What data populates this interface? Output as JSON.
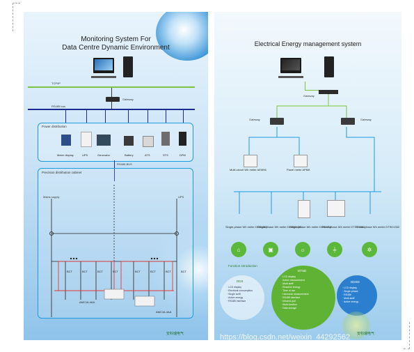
{
  "left_panel": {
    "title_line1": "Monitoring System For",
    "title_line2": "Data Centre Dynamic Environment",
    "network_label": "TCP/IP",
    "gateway_label": "Gateway",
    "bus_label": "RS485 bus",
    "power_group_label": "Power distribution",
    "power_devices": [
      "Meter display",
      "UPS",
      "Generator",
      "Battery",
      "ATS",
      "STS",
      "DPM"
    ],
    "bus2_label": "RS485-BUS",
    "section_label": "Precision distribution cabinet",
    "mains_label": "Mains supply",
    "ups_label": "UPS",
    "breaker_labels": [
      "BCT",
      "BCT",
      "BCT",
      "BCT",
      "BCT",
      "BCT",
      "BCT",
      "BCT"
    ],
    "meter_labels": [
      "AMC16-4AA",
      "AMC16-4AA"
    ],
    "watermark": "安科瑞电气"
  },
  "right_panel": {
    "title": "Electrical Energy management system",
    "gateway_label": "Gateway",
    "gateway_left": "Gateway",
    "gateway_right": "Gateway",
    "mid_devices": [
      "Multi-circuit Wh meter AEM96",
      "Panel meter APM8"
    ],
    "bottom_devices": [
      "Single-phase Wh meter DDS1352",
      "Single-phase Wh meter DDSD1352",
      "Single-phase Wh meter DDS1352",
      "Three-phase Wh meter DTSD1352",
      "Three-phase Wh meter DTSD1352"
    ],
    "function_intro": "Function introduction",
    "func_left_title": "DDS",
    "func_left_lines": [
      "· LCD display",
      "· Electrical consumption",
      "· Single tariff",
      "· Active energy",
      "· RS485 interface"
    ],
    "func_center_title": "DTSD",
    "func_center_lines": [
      "· LCD display",
      "· Active measurement",
      "· Multi-tariff",
      "· Reactive energy",
      "· Time of use",
      "· Harmonic measurement",
      "· RS485 interface",
      "· Infrared port",
      "· Multi-function",
      "· Data storage"
    ],
    "func_right_title": "DDSD",
    "func_right_lines": [
      "· LCD display",
      "· Single-phase",
      "· RS485",
      "· Multi-tariff",
      "· Active energy"
    ],
    "brand": "安科瑞电气",
    "watermark": "https://blog.csdn.net/weixin_44292562"
  },
  "colors": {
    "green_line": "#7dc242",
    "bus_line": "#1b2b8f",
    "box_border": "#1d9be0",
    "red_line": "#e53935"
  }
}
